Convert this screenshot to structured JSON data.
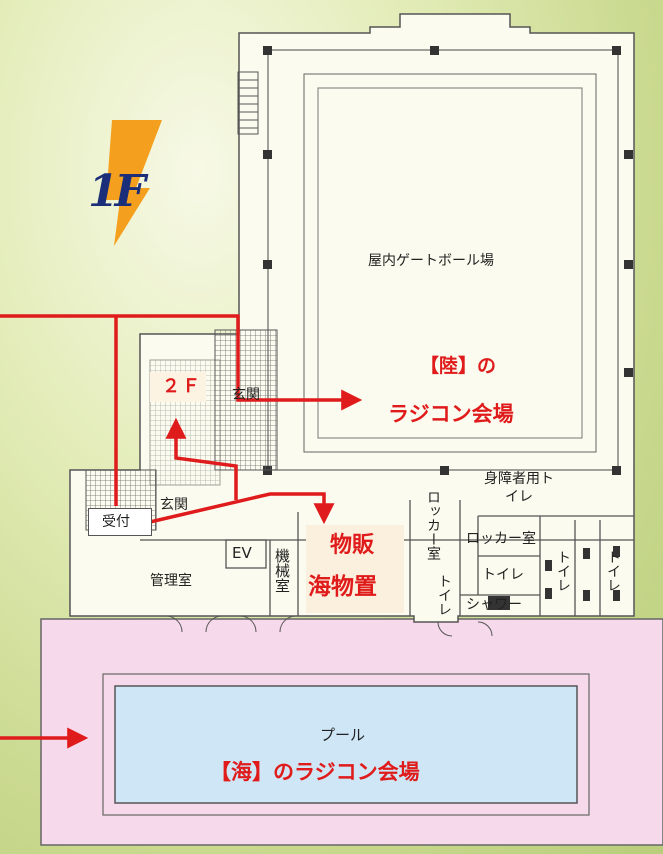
{
  "floor": {
    "label": "1F",
    "color": "#f4a01e"
  },
  "rooms": {
    "gateball": "屋内ゲートボール場",
    "entrance_top": "玄関",
    "entrance_left": "玄関",
    "reception": "受付",
    "ev": "EV",
    "management": "管理室",
    "machine": "機械室",
    "locker_small": "ロッカー室",
    "locker": "ロッカー室",
    "accessible_toilet": "身障者用トイレ",
    "toilet_1": "トイレ",
    "toilet_2": "トイレ",
    "toilet_3": "トイレ",
    "toilet_4": "トイレ",
    "shower": "シャワー",
    "pool": "プール"
  },
  "callouts": {
    "second_floor": "２Ｆ",
    "land_venue_line1": "【陸】の",
    "land_venue_line2": "ラジコン会場",
    "shop_line1": "物販",
    "shop_line2": "海物置",
    "sea_venue": "【海】のラジコン会場"
  },
  "colors": {
    "arrow": "#e01b1b",
    "pool_surround": "#f6d9ea",
    "pool_water": "#cfe6f6",
    "floor_plan": "#fbfbef"
  }
}
